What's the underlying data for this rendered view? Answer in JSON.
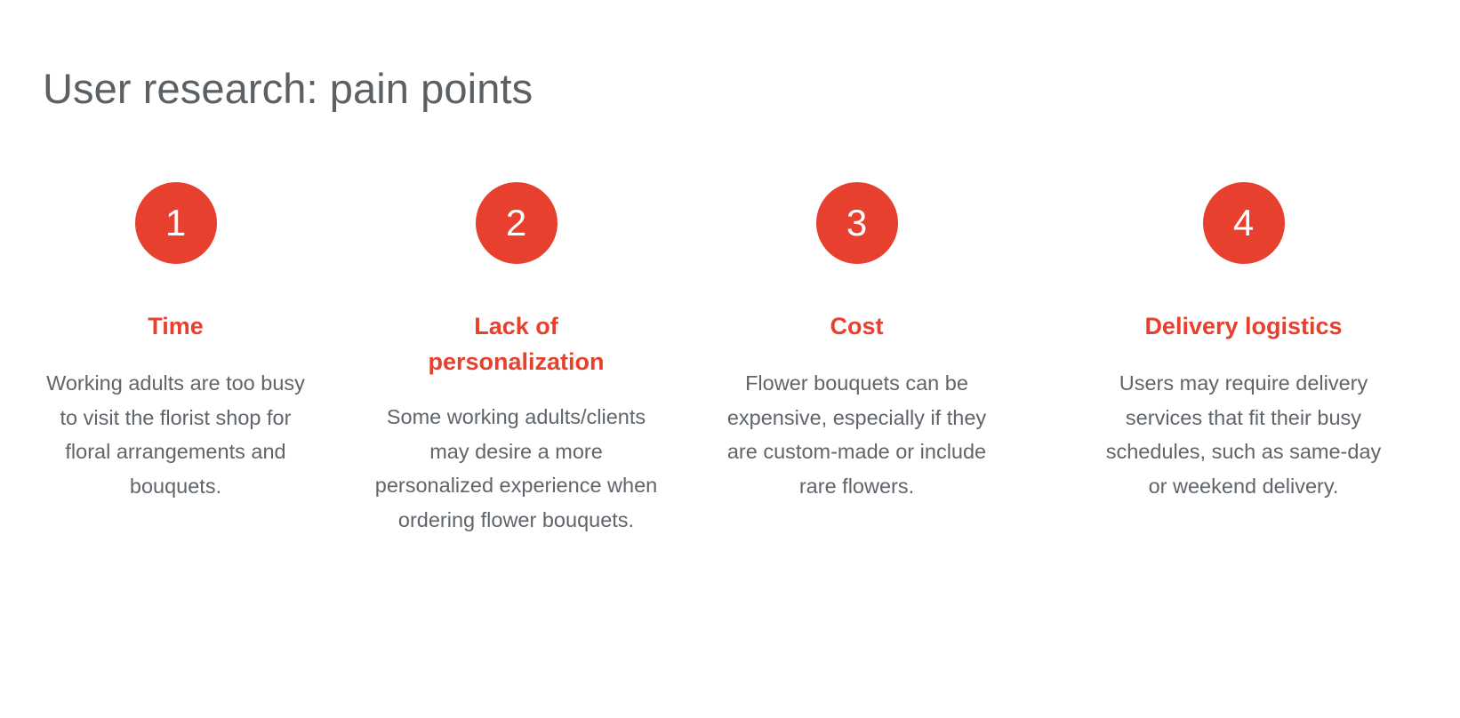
{
  "slide": {
    "title": "User research: pain points",
    "background_color": "#FFFFFF",
    "title_color": "#5A6064",
    "accent_color": "#E8402F",
    "body_text_color": "#5F656A"
  },
  "cards": [
    {
      "number": "1",
      "title": "Time",
      "body": "Working adults are too busy to visit the florist shop for floral arrangements and bouquets."
    },
    {
      "number": "2",
      "title": "Lack of personalization",
      "body": "Some working adults/clients may desire a more personalized experience when ordering flower bouquets."
    },
    {
      "number": "3",
      "title": "Cost",
      "body": "Flower bouquets can be expensive, especially if they are custom-made or include rare flowers."
    },
    {
      "number": "4",
      "title": "Delivery logistics",
      "body": "Users may require delivery services that fit their busy schedules, such as same-day or weekend delivery."
    }
  ]
}
